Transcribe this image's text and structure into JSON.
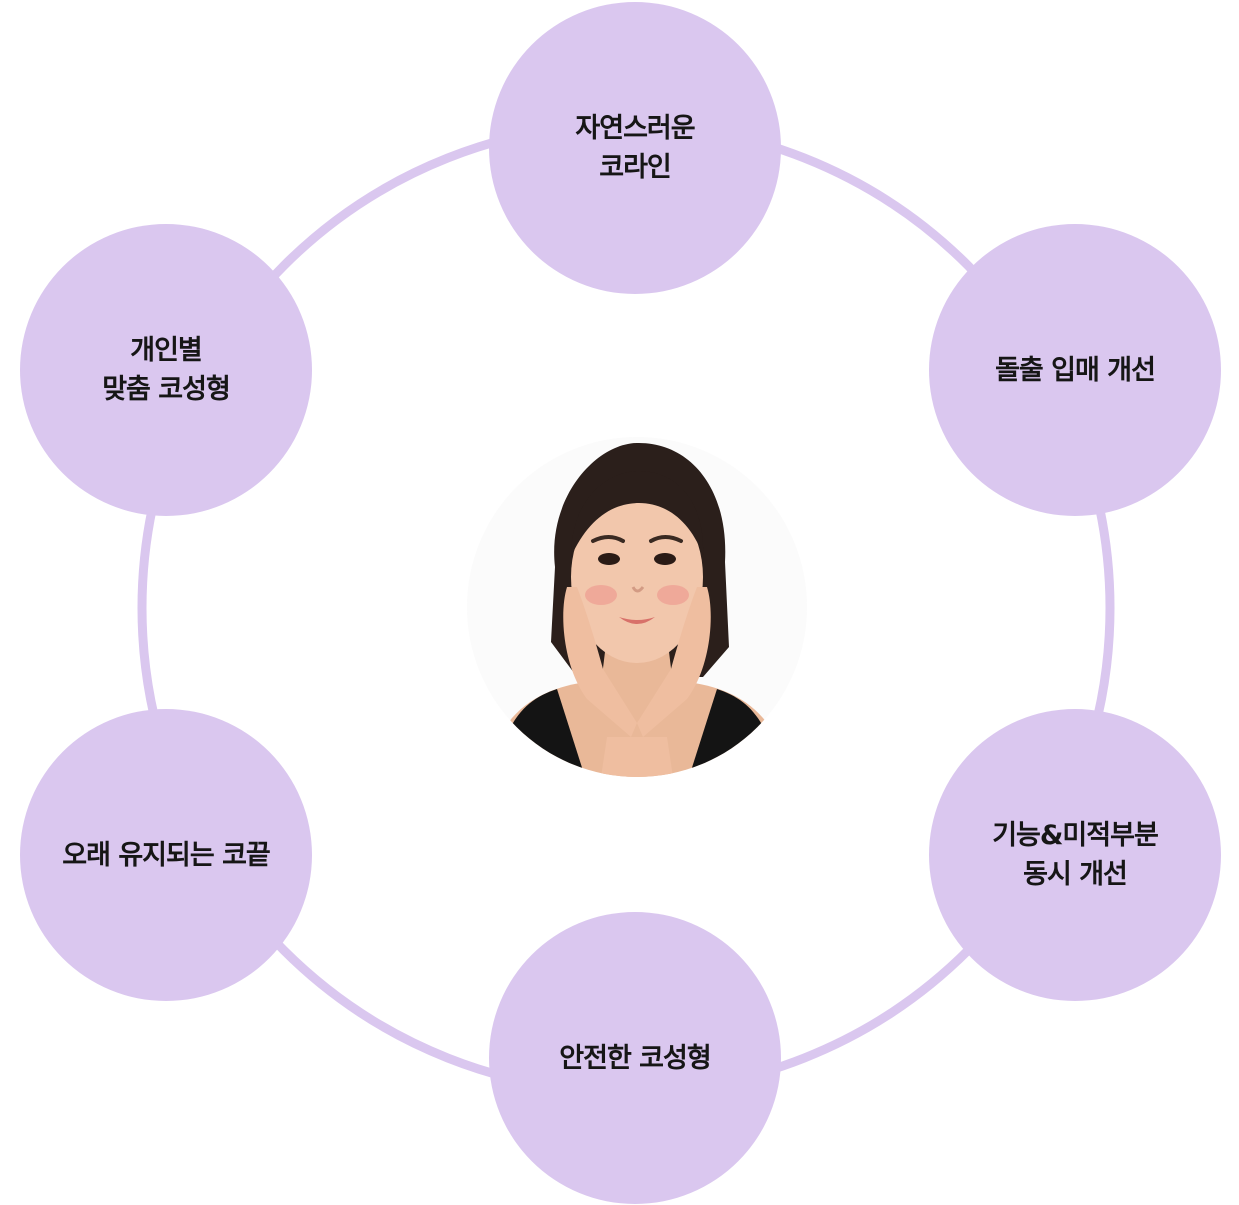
{
  "center": {
    "icon": "portrait-woman-hands-on-cheeks"
  },
  "colors": {
    "node_fill": "#dac7ef",
    "ring_stroke": "#dac7ef",
    "text": "#161616"
  },
  "features": [
    {
      "lines": [
        "자연스러운",
        "코라인"
      ]
    },
    {
      "lines": [
        "돌출 입매 개선"
      ]
    },
    {
      "lines": [
        "기능&미적부분",
        "동시 개선"
      ]
    },
    {
      "lines": [
        "안전한 코성형"
      ]
    },
    {
      "lines": [
        "오래 유지되는 코끝"
      ]
    },
    {
      "lines": [
        "개인별",
        "맞춤 코성형"
      ]
    }
  ]
}
